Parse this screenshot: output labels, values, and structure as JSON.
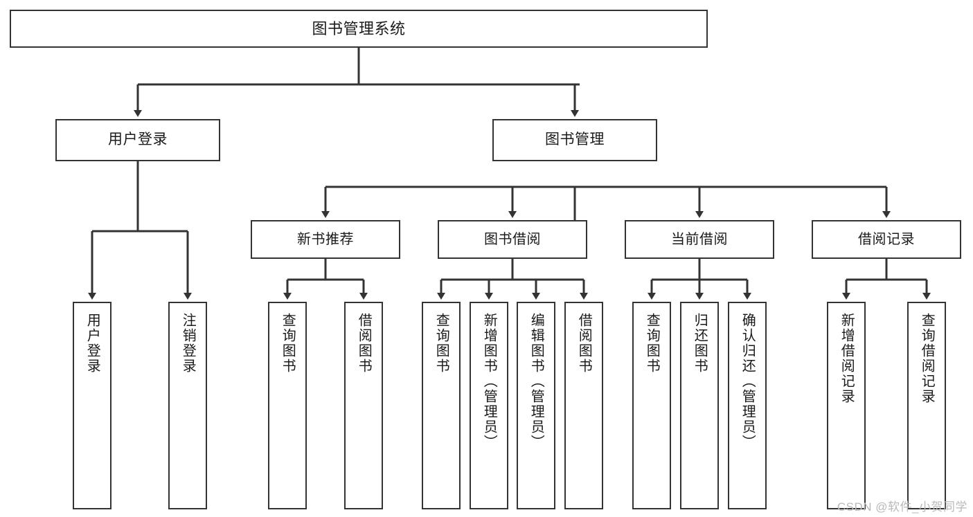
{
  "diagram": {
    "title": "图书管理系统",
    "type": "tree-hierarchy",
    "root": {
      "label": "图书管理系统"
    },
    "level1": [
      {
        "label": "用户登录"
      },
      {
        "label": "图书管理"
      }
    ],
    "level2": [
      {
        "label": "新书推荐"
      },
      {
        "label": "图书借阅"
      },
      {
        "label": "当前借阅"
      },
      {
        "label": "借阅记录"
      }
    ],
    "leaves": {
      "user_login": [
        {
          "label": "用户登录"
        },
        {
          "label": "注销登录"
        }
      ],
      "new_book_recommend": [
        {
          "label": "查询图书"
        },
        {
          "label": "借阅图书"
        }
      ],
      "book_borrow": [
        {
          "label": "查询图书"
        },
        {
          "label": "新增图书（管理员）"
        },
        {
          "label": "编辑图书（管理员）"
        },
        {
          "label": "借阅图书"
        }
      ],
      "current_borrow": [
        {
          "label": "查询图书"
        },
        {
          "label": "归还图书"
        },
        {
          "label": "确认归还（管理员）"
        }
      ],
      "borrow_record": [
        {
          "label": "新增借阅记录"
        },
        {
          "label": "查询借阅记录"
        }
      ]
    }
  },
  "watermark": {
    "text": "CSDN @软件_小贺同学"
  },
  "colors": {
    "stroke": "#333333",
    "fill": "#ffffff",
    "text": "#1a1a1a",
    "watermark": "#b9b9b9"
  }
}
